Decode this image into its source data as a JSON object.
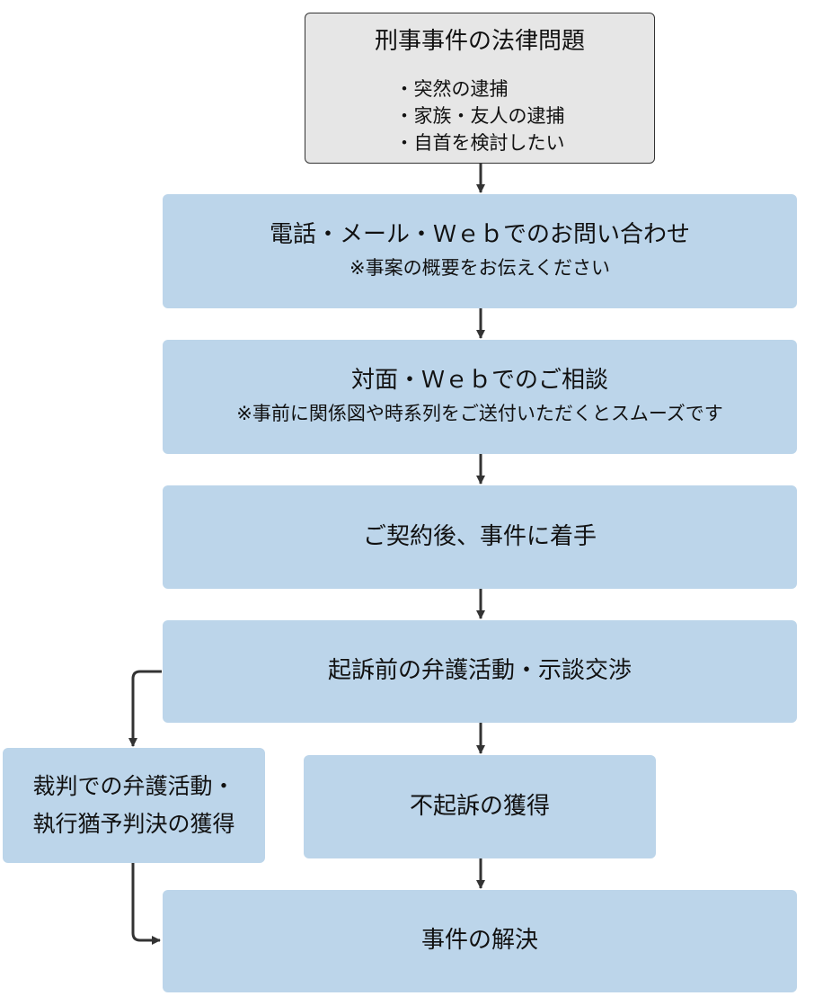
{
  "flow": {
    "start": {
      "title": "刑事事件の法律問題",
      "items": [
        "突然の逮捕",
        "家族・友人の逮捕",
        "自首を検討したい"
      ]
    },
    "step1": {
      "title": "電話・メール・Ｗｅｂでのお問い合わせ",
      "note": "※事案の概要をお伝えください"
    },
    "step2": {
      "title": "対面・Ｗｅｂでのご相談",
      "note": "※事前に関係図や時系列をご送付いただくとスムーズです"
    },
    "step3": {
      "title": "ご契約後、事件に着手"
    },
    "step4": {
      "title": "起訴前の弁護活動・示談交渉"
    },
    "branch_trial": {
      "line1": "裁判での弁護活動・",
      "line2": "執行猶予判決の獲得"
    },
    "branch_nonprosecution": {
      "title": "不起訴の獲得"
    },
    "end": {
      "title": "事件の解決"
    }
  },
  "colors": {
    "box_fill": "#bcd5ea",
    "start_fill": "#e6e6e6",
    "arrow": "#333333"
  }
}
